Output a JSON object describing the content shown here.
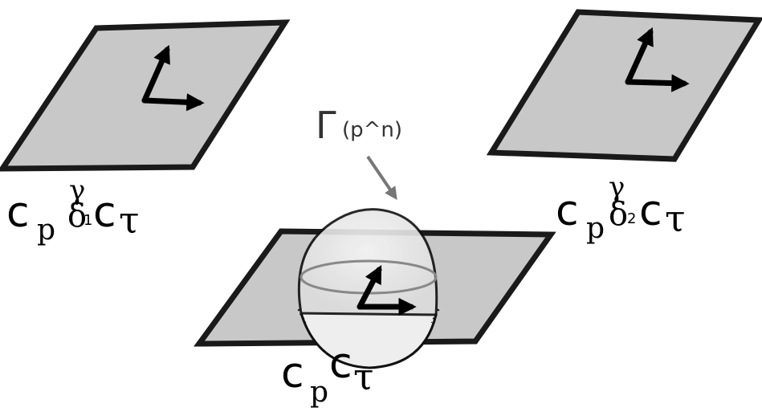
{
  "colors": {
    "plane_fill": "#c8c8c8",
    "plane_stroke": "#1a1a1a",
    "arrow": "#000000",
    "sphere_stroke": "#111111",
    "sphere_fill": "#eeeeee",
    "pointer": "#777777"
  },
  "pointer_label": {
    "gamma": "Γ",
    "text": "(p^n)"
  },
  "left_label": {
    "c1": "c",
    "p": "p",
    "gamma": "γ",
    "delta": "δ",
    "sub": "1",
    "c2": "c",
    "tau": "τ"
  },
  "right_label": {
    "c1": "c",
    "p": "p",
    "gamma": "γ",
    "delta": "δ",
    "sub": "2",
    "c2": "c",
    "tau": "τ"
  },
  "center_label": {
    "c1": "c",
    "p": "p",
    "c2": "c",
    "tau": "τ"
  }
}
